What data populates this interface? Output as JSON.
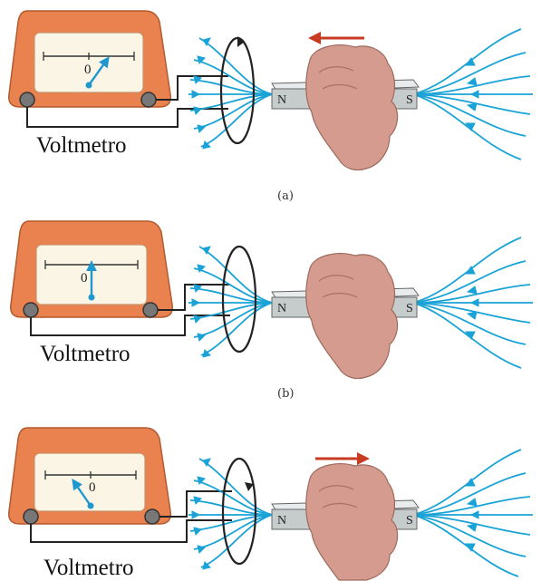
{
  "colors": {
    "field_line": "#1aa3d6",
    "meter_body": "#e9824e",
    "meter_face": "#fbf5e6",
    "needle": "#1f98cf",
    "motion_arrow": "#c63b22",
    "magnet": "#c6cccc",
    "coil": "#222222",
    "hand": "#d49b8e"
  },
  "panels": [
    {
      "caption": "(a)",
      "voltmeter_label": "Voltmetro",
      "meter_zero": "0",
      "needle_direction": "right",
      "magnet_motion": "left",
      "north_pole": "N",
      "south_pole": "S"
    },
    {
      "caption": "(b)",
      "voltmeter_label": "Voltmetro",
      "meter_zero": "0",
      "needle_direction": "center",
      "magnet_motion": "none",
      "north_pole": "N",
      "south_pole": "S"
    },
    {
      "caption": "",
      "voltmeter_label": "Voltmetro",
      "meter_zero": "0",
      "needle_direction": "left",
      "magnet_motion": "right",
      "north_pole": "N",
      "south_pole": "S"
    }
  ]
}
